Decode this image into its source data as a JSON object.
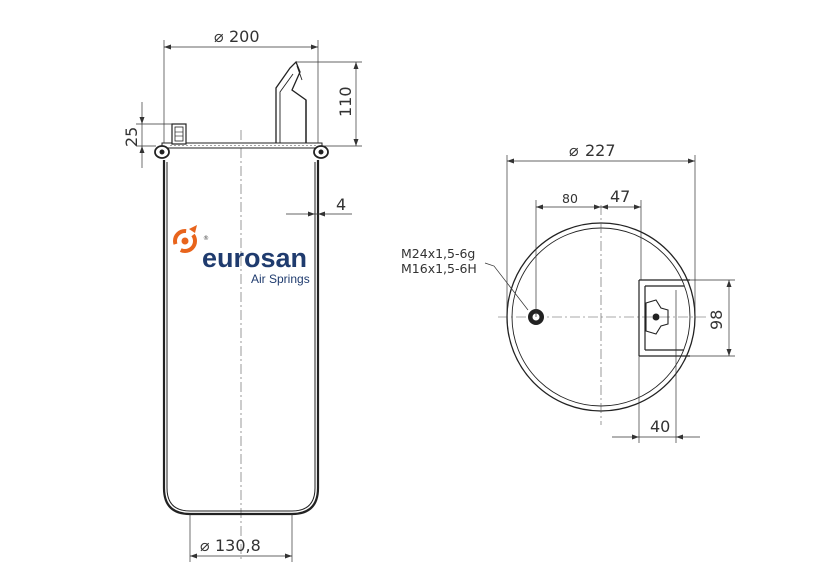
{
  "side_view": {
    "dim_top_diameter": "200",
    "dim_height_top": "110",
    "dim_stud_height": "25",
    "dim_wall": "4",
    "dim_bottom_diameter": "130,8"
  },
  "top_view": {
    "dim_diameter": "227",
    "dim_offset_80": "80",
    "dim_offset_47": "47",
    "dim_width_98": "98",
    "dim_depth_40": "40",
    "thread_1": "M24x1,5-6g",
    "thread_2": "M16x1,5-6H"
  },
  "logo": {
    "brand": "eurosan",
    "tagline": "Air Springs",
    "registered": "®",
    "colors": {
      "orange": "#e8641c",
      "navy": "#1f3b6e"
    }
  },
  "symbols": {
    "diameter": "⌀"
  }
}
